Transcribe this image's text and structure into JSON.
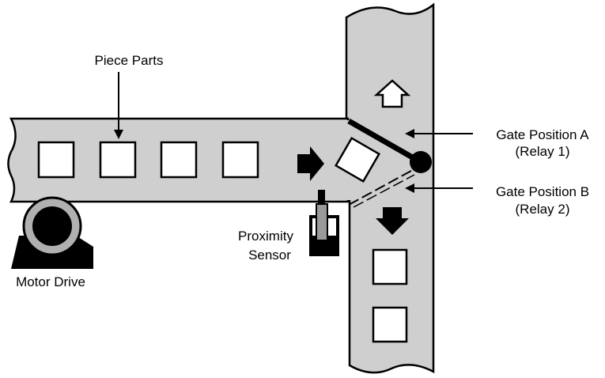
{
  "labels": {
    "piece_parts": "Piece Parts",
    "gate_a_line1": "Gate Position A",
    "gate_a_line2": "(Relay 1)",
    "gate_b_line1": "Gate Position B",
    "gate_b_line2": "(Relay 2)",
    "sensor_line1": "Proximity",
    "sensor_line2": "Sensor",
    "motor_drive": "Motor Drive"
  },
  "colors": {
    "conveyor_fill": "#cfcfcf",
    "outline": "#000000",
    "part_fill": "#ffffff",
    "sensor_body": "#9a9a9a"
  },
  "icons": {
    "feed_direction": "arrow-right-icon",
    "up_branch_direction": "arrow-up-outline-icon",
    "down_branch_direction": "arrow-down-icon",
    "motor": "motor-drive-icon",
    "sensor": "proximity-sensor-icon"
  }
}
